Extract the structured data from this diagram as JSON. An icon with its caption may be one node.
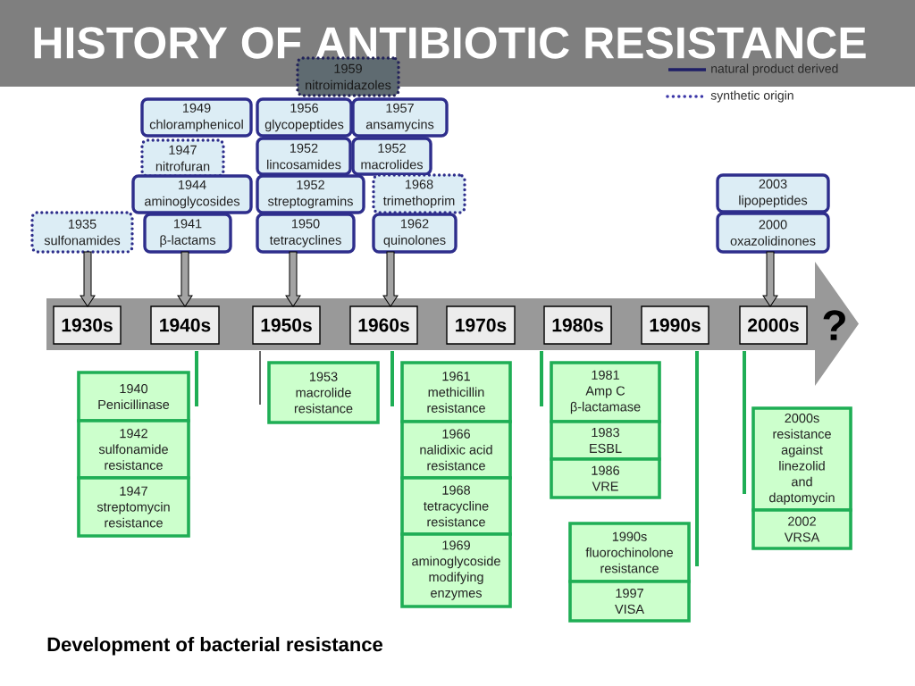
{
  "diagram": {
    "title": "HISTORY OF ANTIBIOTIC RESISTANCE",
    "caption": "Development of bacterial resistance",
    "nodes": [
      {
        "text": [
          "1935",
          "sulfonamides"
        ]
      },
      {
        "text": [
          "1949",
          "chloramphenicol"
        ]
      },
      {
        "text": [
          "1947",
          "nitrofuran"
        ]
      },
      {
        "text": [
          "1944",
          "aminoglycosides"
        ]
      },
      {
        "text": [
          "1941",
          "β-lactams"
        ]
      },
      {
        "text": [
          "1959",
          "nitroimidazoles"
        ]
      },
      {
        "text": [
          "1956",
          "glycopeptides"
        ]
      },
      {
        "text": [
          "1957",
          "ansamycins"
        ]
      },
      {
        "text": [
          "1952",
          "lincosamides"
        ]
      },
      {
        "text": [
          "1952",
          "macrolides"
        ]
      },
      {
        "text": [
          "1952",
          "streptogramins"
        ]
      },
      {
        "text": [
          "1968",
          "trimethoprim"
        ]
      },
      {
        "text": [
          "1950",
          "tetracyclines"
        ]
      },
      {
        "text": [
          "1962",
          "quinolones"
        ]
      },
      {
        "text": [
          "2003",
          "lipopeptides"
        ]
      },
      {
        "text": [
          "2000",
          "oxazolidinones"
        ]
      },
      {
        "text": [
          "?"
        ]
      },
      {
        "text": [
          "1930s"
        ],
        "in": 16
      },
      {
        "text": [
          "1940s"
        ],
        "in": 16
      },
      {
        "text": [
          "1950s"
        ],
        "in": 16
      },
      {
        "text": [
          "1960s"
        ],
        "in": 16
      },
      {
        "text": [
          "1970s"
        ],
        "in": 16
      },
      {
        "text": [
          "1980s"
        ],
        "in": 16
      },
      {
        "text": [
          "1990s"
        ],
        "in": 16
      },
      {
        "text": [
          "2000s"
        ],
        "in": 16
      },
      {
        "text": [
          "1940",
          "Penicillinase"
        ]
      },
      {
        "text": [
          "1942",
          "sulfonamide resistance"
        ]
      },
      {
        "text": [
          "1947",
          "streptomycin resistance"
        ]
      },
      {
        "text": [
          "1953",
          "macrolide resistance"
        ]
      },
      {
        "text": [
          "1961",
          "methicillin resistance"
        ]
      },
      {
        "text": [
          "1966",
          "nalidixic acid resistance"
        ]
      },
      {
        "text": [
          "1968",
          "tetracycline resistance"
        ]
      },
      {
        "text": [
          "1969",
          "aminoglycoside modifying enzymes"
        ]
      },
      {
        "text": [
          "1981",
          "Amp C β-lactamase"
        ]
      },
      {
        "text": [
          "1983",
          "ESBL"
        ]
      },
      {
        "text": [
          "1986",
          "VRE"
        ]
      },
      {
        "text": [
          "1990s",
          "fluorochinolone resistance"
        ]
      },
      {
        "text": [
          "1997",
          "VISA"
        ]
      },
      {
        "text": [
          "2000s",
          "resistance against linezolid and daptomycin"
        ]
      },
      {
        "text": [
          "2002",
          "VRSA"
        ]
      }
    ],
    "edges": [
      {
        "from": 0,
        "to": 17,
        "arrow": "to"
      },
      {
        "from": 4,
        "to": 18,
        "arrow": "to"
      },
      {
        "from": 12,
        "to": 19,
        "arrow": "to"
      },
      {
        "from": 13,
        "to": 20,
        "arrow": "to"
      },
      {
        "from": 15,
        "to": 24,
        "arrow": "to"
      }
    ],
    "legend": [
      {
        "text": "natural product derived"
      },
      {
        "text": "synthetic origin"
      }
    ]
  }
}
